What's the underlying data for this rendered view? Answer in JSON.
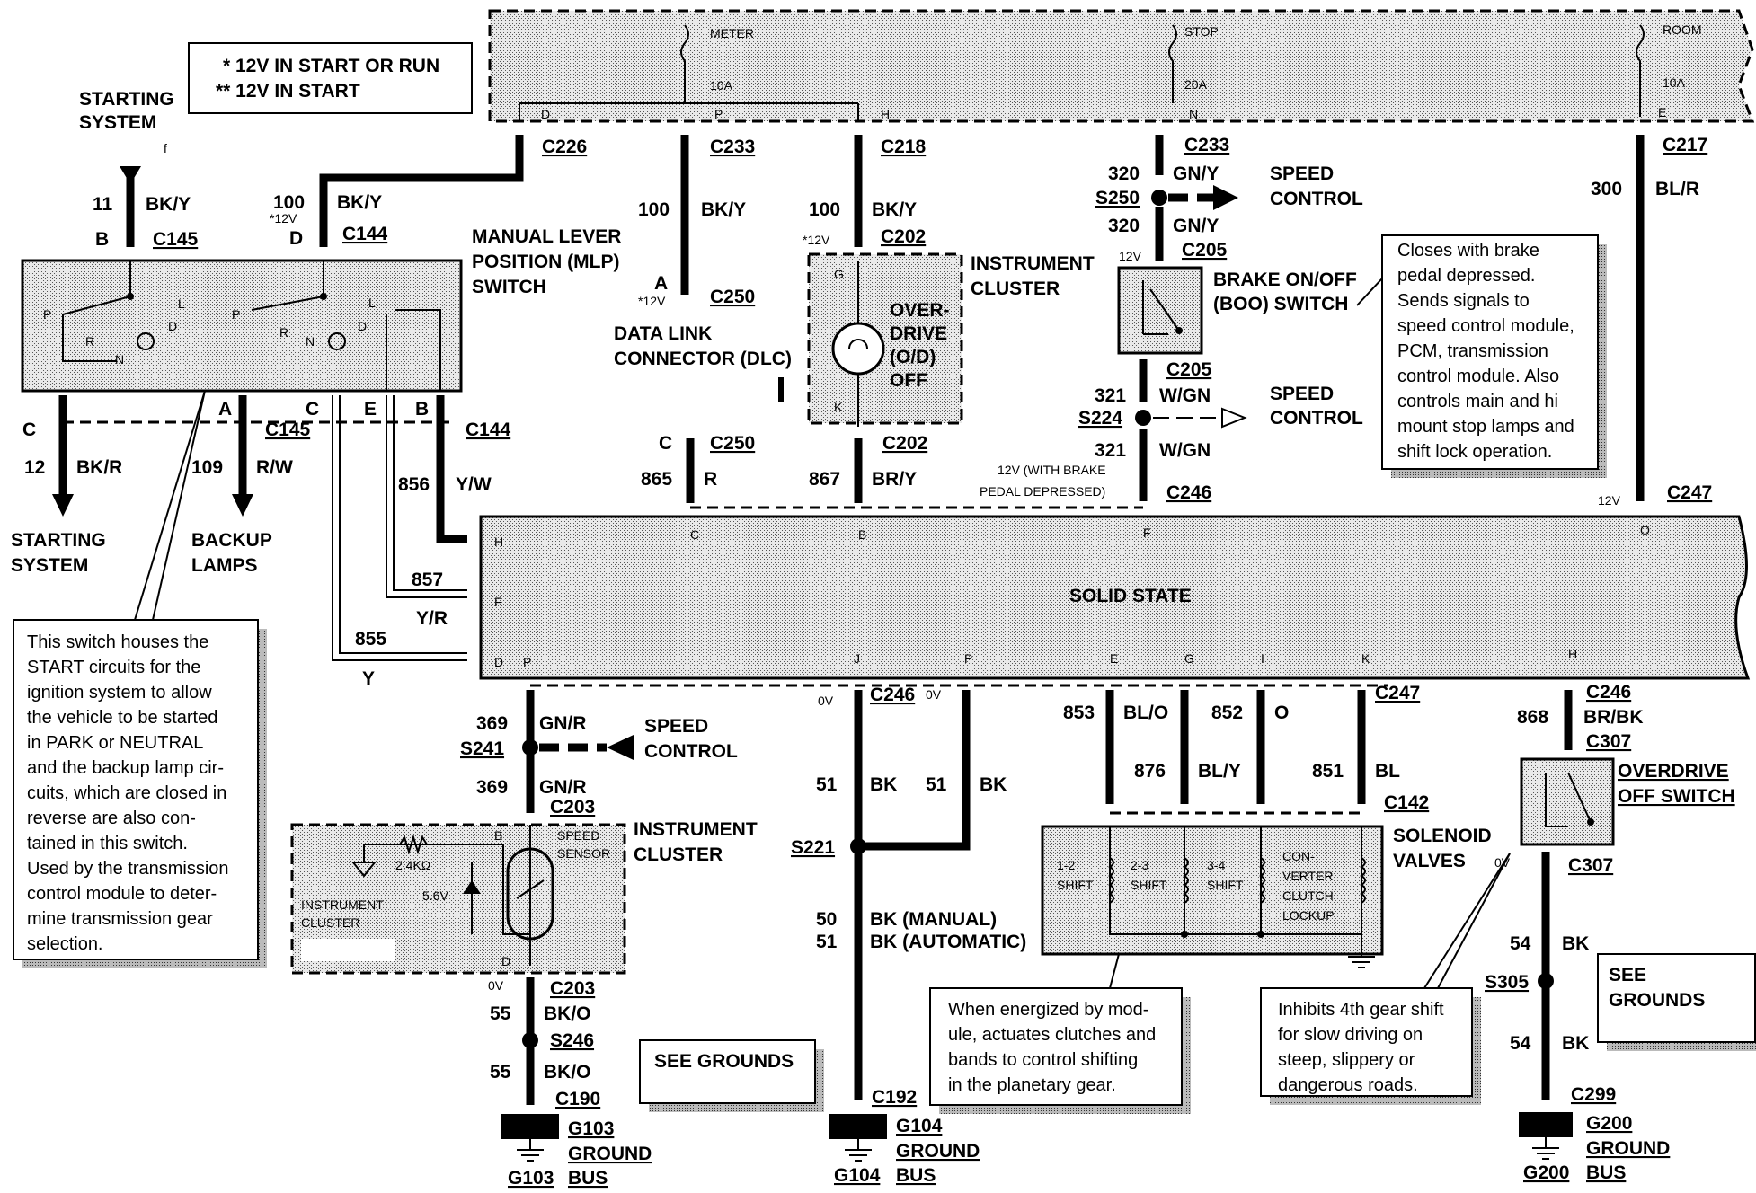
{
  "legend": {
    "line1": "*  12V IN START OR RUN",
    "line2": "**  12V IN START"
  },
  "fuse_box": {
    "meter": "METER",
    "meter_amp": "10A",
    "stop": "STOP",
    "stop_amp": "20A",
    "room": "ROOM",
    "room_amp": "10A",
    "pin_d": "D",
    "pin_p": "P",
    "pin_h": "H",
    "pin_n": "N",
    "pin_e": "E"
  },
  "connectors": {
    "c226": "C226",
    "c233a": "C233",
    "c218": "C218",
    "c233b": "C233",
    "c217": "C217",
    "c145_top": "C145",
    "c144_top": "C144",
    "c202_top": "C202",
    "c250_top": "C250",
    "c205_top": "C205",
    "c205_bot": "C205",
    "c145_bot": "C145",
    "c144_bot": "C144",
    "c250_bot": "C250",
    "c202_bot": "C202",
    "c246_top": "C246",
    "c247_top": "C247",
    "c246_mid": "C246",
    "c247_mid": "C247",
    "c246_right": "C246",
    "c307_top": "C307",
    "c142": "C142",
    "c307_bot": "C307",
    "c203_top": "C203",
    "c203_bot": "C203",
    "c190": "C190",
    "c192": "C192",
    "c299": "C299"
  },
  "splices": {
    "s250": "S250",
    "s224": "S224",
    "s241": "S241",
    "s221": "S221",
    "s246": "S246",
    "s305": "S305"
  },
  "wires": {
    "w11": "11",
    "w11c": "BK/Y",
    "w100a": "100",
    "w100a_note": "*12V",
    "w100ac": "BK/Y",
    "w100b": "100",
    "w100bc": "BK/Y",
    "w100c": "100",
    "w100cc": "BK/Y",
    "w320a": "320",
    "w320ac": "GN/Y",
    "w320b": "320",
    "w320bc": "GN/Y",
    "w300": "300",
    "w300c": "BL/R",
    "w321a": "321",
    "w321ac": "W/GN",
    "w321b": "321",
    "w321bc": "W/GN",
    "w12": "12",
    "w12c": "BK/R",
    "w109": "109",
    "w109c": "R/W",
    "w865": "865",
    "w865c": "R",
    "w867": "867",
    "w867c": "BR/Y",
    "w856": "856",
    "w856c": "Y/W",
    "w857": "857",
    "w857c": "Y/R",
    "w855": "855",
    "w855c": "Y",
    "w369a": "369",
    "w369ac": "GN/R",
    "w369b": "369",
    "w369bc": "GN/R",
    "w51a": "51",
    "w51ac": "BK",
    "w51b": "51",
    "w51bc": "BK",
    "w50": "50",
    "w50c": "BK (MANUAL)",
    "w51c": "51",
    "w51cc": "BK (AUTOMATIC)",
    "w853": "853",
    "w853c": "BL/O",
    "w852": "852",
    "w852c": "O",
    "w876": "876",
    "w876c": "BL/Y",
    "w851": "851",
    "w851c": "BL",
    "w868": "868",
    "w868c": "BR/BK",
    "w55a": "55",
    "w55ac": "BK/O",
    "w55b": "55",
    "w55bc": "BK/O",
    "w54a": "54",
    "w54ac": "BK",
    "w54b": "54",
    "w54bc": "BK"
  },
  "voltages": {
    "v12_dlc": "*12V",
    "v12_ic": "*12V",
    "v12_boo": "12V",
    "v12_brake": "12V (WITH BRAKE",
    "v12_brake2": "PEDAL DEPRESSED)",
    "v12_c247": "12V",
    "v0_c246": "0V",
    "v0_b": "0V",
    "v0_c203": "0V",
    "v0_c307": "0V"
  },
  "components": {
    "starting_top1": "STARTING",
    "starting_top2": "SYSTEM",
    "starting_top3": "f",
    "mlp1": "MANUAL LEVER",
    "mlp2": "POSITION (MLP)",
    "mlp3": "SWITCH",
    "dlc_pin": "A",
    "dlc1": "DATA LINK",
    "dlc2": "CONNECTOR (DLC)",
    "ic1": "INSTRUMENT",
    "ic2": "CLUSTER",
    "od1": "OVER-",
    "od2": "DRIVE",
    "od3": "(O/D)",
    "od4": "OFF",
    "ic_pin_g": "G",
    "ic_pin_k": "K",
    "speed1a": "SPEED",
    "speed1b": "CONTROL",
    "boo1": "BRAKE ON/OFF",
    "boo2": "(BOO) SWITCH",
    "speed2a": "SPEED",
    "speed2b": "CONTROL",
    "starting_bot1": "STARTING",
    "starting_bot2": "SYSTEM",
    "backup1": "BACKUP",
    "backup2": "LAMPS",
    "pin_c_left": "C",
    "pin_a": "A",
    "pin_c_mid": "C",
    "pin_e": "E",
    "pin_b": "B",
    "pin_b_top": "B",
    "pin_d_top": "D",
    "dlc_c": "C",
    "ssm_label": "SOLID STATE",
    "ssm_h": "H",
    "ssm_f": "F",
    "ssm_d": "D",
    "ssm_p": "P",
    "ssm_c": "C",
    "ssm_b": "B",
    "ssm_f2": "F",
    "ssm_o": "O",
    "ssm_j": "J",
    "ssm_p2": "P",
    "ssm_e": "E",
    "ssm_g": "G",
    "ssm_i": "I",
    "ssm_k": "K",
    "ssm_h2": "H",
    "speed3a": "SPEED",
    "speed3b": "CONTROL",
    "ic3a": "INSTRUMENT",
    "ic3b": "CLUSTER",
    "ssensor1": "SPEED",
    "ssensor2": "SENSOR",
    "res": "2.4KΩ",
    "zener": "5.6V",
    "ic_inner1": "INSTRUMENT",
    "ic_inner2": "CLUSTER",
    "pin_b_ss": "B",
    "pin_d_ss": "D",
    "sol1": "SOLENOID",
    "sol2": "VALVES",
    "sv1a": "1-2",
    "sv1b": "SHIFT",
    "sv2a": "2-3",
    "sv2b": "SHIFT",
    "sv3a": "3-4",
    "sv3b": "SHIFT",
    "sv4a": "CON-",
    "sv4b": "VERTER",
    "sv4c": "CLUTCH",
    "sv4d": "LOCKUP",
    "ods1": "OVERDRIVE",
    "ods2": "OFF SWITCH",
    "see_grounds1": "SEE GROUNDS",
    "see_grounds2a": "SEE",
    "see_grounds2b": "GROUNDS",
    "g103a": "G103",
    "g103b": "GROUND",
    "g103c": "BUS",
    "g103d": "G103",
    "g104a": "G104",
    "g104b": "GROUND",
    "g104c": "BUS",
    "g104d": "G104",
    "g200a": "G200",
    "g200b": "GROUND",
    "g200c": "BUS",
    "g200d": "G200",
    "mlp_p1": "P",
    "mlp_r1": "R",
    "mlp_n1": "N",
    "mlp_d1": "D",
    "mlp_l1": "L",
    "mlp_p2": "P",
    "mlp_r2": "R",
    "mlp_n2": "N",
    "mlp_d2": "D",
    "mlp_l2": "L"
  },
  "notes": {
    "boo": [
      "Closes with brake",
      "pedal depressed.",
      "Sends signals to",
      "speed control module,",
      "PCM, transmission",
      "control module. Also",
      "controls main and hi",
      "mount stop lamps and",
      "shift lock operation."
    ],
    "mlp": [
      "This switch houses the",
      "START circuits for the",
      "ignition system to allow",
      "the vehicle to be started",
      "in PARK or NEUTRAL",
      "and the backup lamp cir-",
      "cuits, which are closed in",
      "reverse are also con-",
      "tained in this switch.",
      "Used by the transmission",
      "control module to deter-",
      "mine transmission gear",
      "selection."
    ],
    "solenoid": [
      "When energized by mod-",
      "ule, actuates clutches and",
      "bands to control shifting",
      "in the planetary gear."
    ],
    "overdrive": [
      "Inhibits 4th gear shift",
      "for slow driving on",
      "steep, slippery or",
      "dangerous roads."
    ]
  }
}
